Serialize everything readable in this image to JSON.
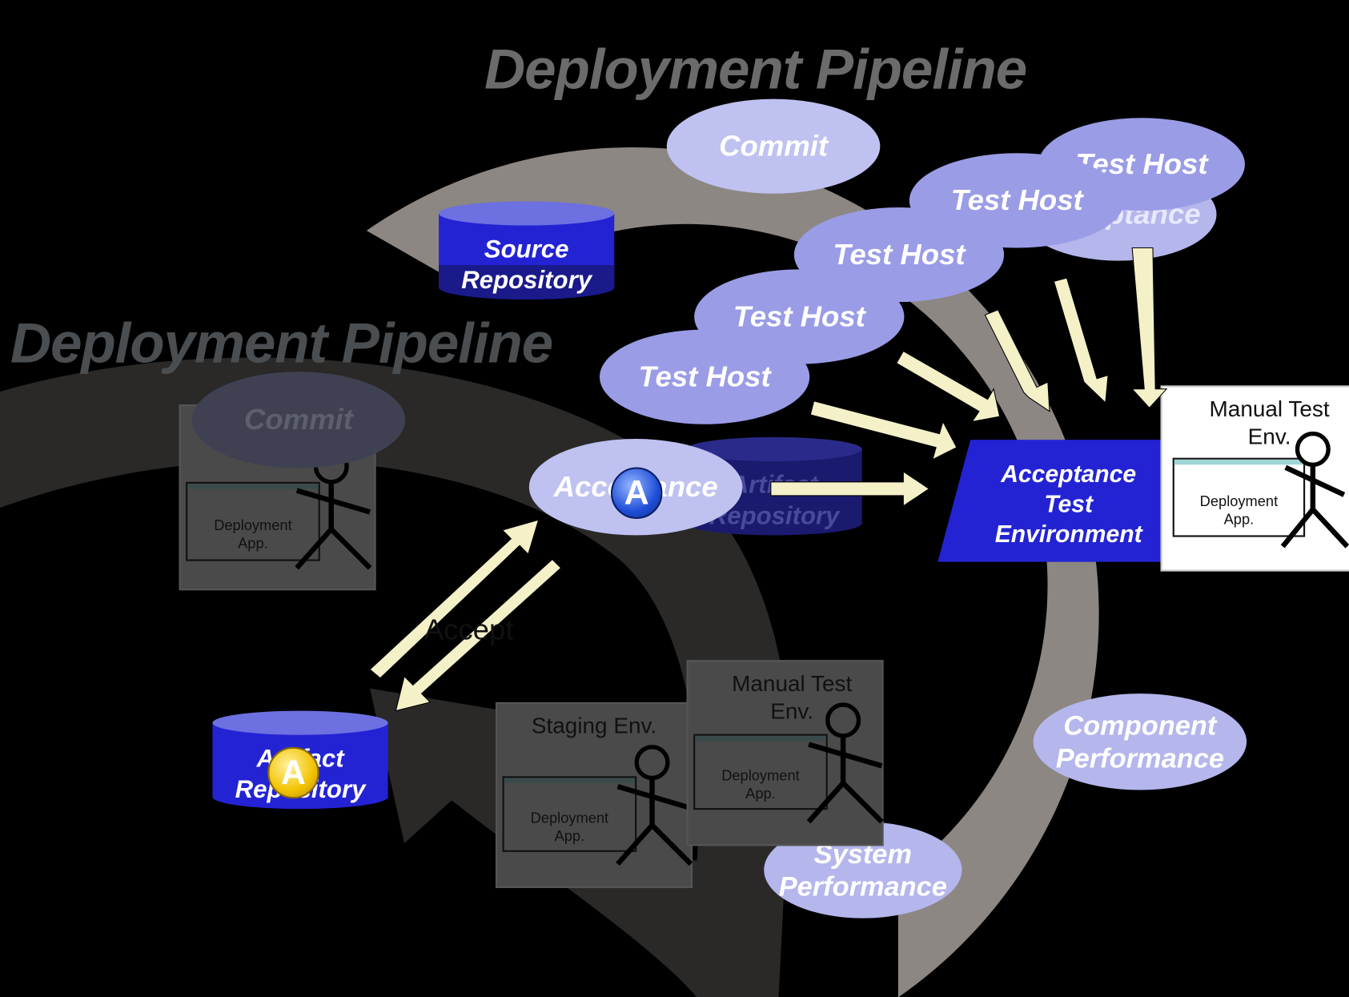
{
  "pipeline_back": {
    "title": "Deployment Pipeline",
    "stages": {
      "commit": "Commit",
      "acceptance": "Acceptance",
      "component_performance": "Component\nPerformance",
      "system_performance": "System\nPerformance"
    },
    "source_repository": "Source\nRepository",
    "artifact_repository": "Artifact\nRepository"
  },
  "pipeline_front": {
    "title": "Deployment Pipeline",
    "stages": {
      "commit": "Commit",
      "acceptance": "Acceptance"
    },
    "artifact_repository": "Artifact\nRepository",
    "arrow_label": "Accept"
  },
  "test_hosts": [
    "Test Host",
    "Test Host",
    "Test Host",
    "Test Host",
    "Test Host"
  ],
  "acceptance_env": "Acceptance\nTest\nEnvironment",
  "environments": {
    "manual_test_front": {
      "title": "Manual Test\nEnv.",
      "app": "Deployment\nApp."
    },
    "manual_test_back": {
      "title": "Manual Test\nEnv.",
      "app": "Deployment\nApp."
    },
    "staging": {
      "title": "Staging Env.",
      "app": "Deployment\nApp."
    },
    "left_env": {
      "title": "",
      "app": "Deployment\nApp."
    }
  },
  "badges": {
    "acceptance": "A",
    "artifact": "A"
  },
  "colors": {
    "background": "#000000",
    "ring_back": "#8c8782",
    "ring_front": "#2a2928",
    "stage_light": "#b4b6ec",
    "stage_mid": "#9a9ce6",
    "repo_blue": "#2323d4",
    "arrow_fill": "#f4f0c8",
    "title_front": "#4b4e50",
    "title_back": "#6b6b6b"
  }
}
